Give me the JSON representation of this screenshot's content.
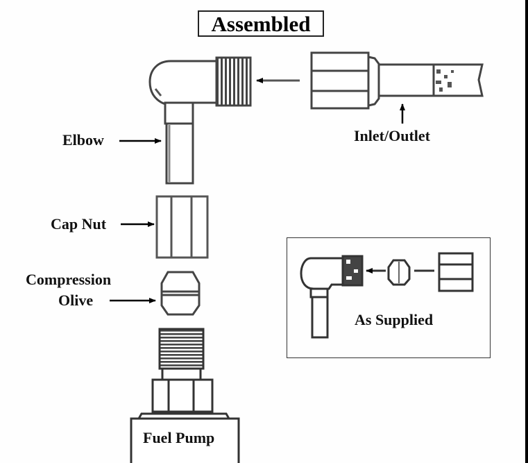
{
  "diagram": {
    "title": "Assembled",
    "labels": {
      "elbow": "Elbow",
      "inlet_outlet": "Inlet/Outlet",
      "cap_nut": "Cap Nut",
      "compression_olive_line1": "Compression",
      "compression_olive_line2": "Olive",
      "fuel_pump": "Fuel Pump"
    },
    "inset": {
      "caption": "As Supplied",
      "components": [
        "elbow",
        "compression-olive",
        "cap-nut"
      ]
    },
    "colors": {
      "ink": "#333333",
      "background": "#fefefe",
      "text": "#111111"
    }
  }
}
